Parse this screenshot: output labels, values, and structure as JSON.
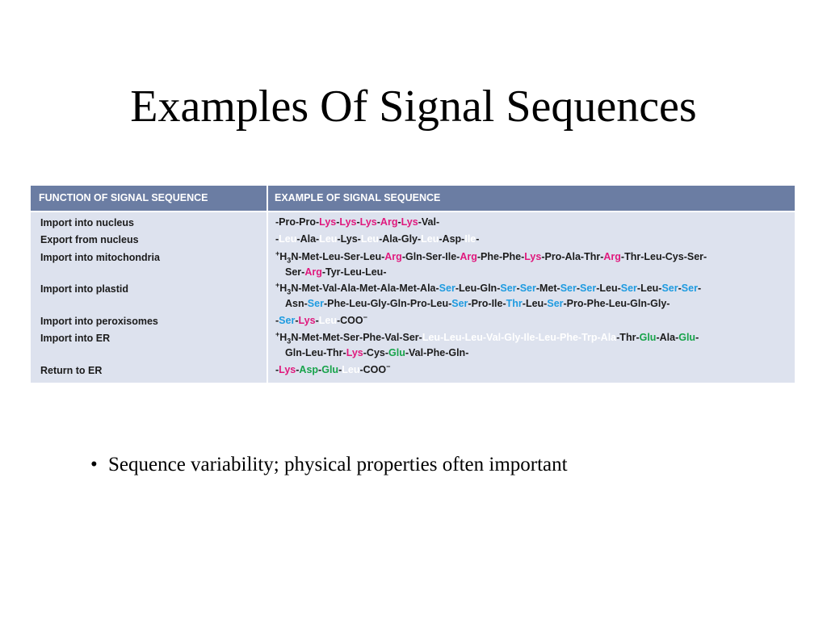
{
  "slide": {
    "title": "Examples Of Signal Sequences",
    "bullet": "Sequence variability; physical properties often important"
  },
  "table": {
    "headers": {
      "function": "FUNCTION OF SIGNAL SEQUENCE",
      "example": "EXAMPLE OF SIGNAL SEQUENCE"
    },
    "colors": {
      "header_bg": "#6b7da3",
      "body_bg": "#dde2ee",
      "lys_arg": "#e0197d",
      "ser_thr": "#1e9be0",
      "glu_asp": "#17a34a",
      "hydrophobic": "#ffffff"
    },
    "rows": [
      {
        "function": "Import into nucleus",
        "lines": [
          [
            [
              "k",
              "-Pro-Pro-"
            ],
            [
              "m",
              "Lys"
            ],
            [
              "k",
              "-"
            ],
            [
              "m",
              "Lys"
            ],
            [
              "k",
              "-"
            ],
            [
              "m",
              "Lys"
            ],
            [
              "k",
              "-"
            ],
            [
              "m",
              "Arg"
            ],
            [
              "k",
              "-"
            ],
            [
              "m",
              "Lys"
            ],
            [
              "k",
              "-Val-"
            ]
          ]
        ]
      },
      {
        "function": "Export from nucleus",
        "lines": [
          [
            [
              "k",
              "-"
            ],
            [
              "w",
              "Leu"
            ],
            [
              "k",
              "-Ala-"
            ],
            [
              "w",
              "Leu"
            ],
            [
              "k",
              "-Lys-"
            ],
            [
              "w",
              "Leu"
            ],
            [
              "k",
              "-Ala-Gly-"
            ],
            [
              "w",
              "Leu"
            ],
            [
              "k",
              "-Asp-"
            ],
            [
              "w",
              "Ile"
            ],
            [
              "k",
              "-"
            ]
          ]
        ]
      },
      {
        "function": "Import into mitochondria",
        "lines": [
          [
            [
              "k",
              "+"
            ],
            [
              "k",
              "H"
            ],
            [
              "k",
              "3"
            ],
            [
              "k",
              "N-Met-Leu-Ser-Leu-"
            ],
            [
              "m",
              "Arg"
            ],
            [
              "k",
              "-Gln-Ser-Ile-"
            ],
            [
              "m",
              "Arg"
            ],
            [
              "k",
              "-Phe-Phe-"
            ],
            [
              "m",
              "Lys"
            ],
            [
              "k",
              "-Pro-Ala-Thr-"
            ],
            [
              "m",
              "Arg"
            ],
            [
              "k",
              "-Thr-Leu-Cys-Ser-"
            ]
          ],
          [
            [
              "k",
              "Ser-"
            ],
            [
              "m",
              "Arg"
            ],
            [
              "k",
              "-Tyr-Leu-Leu-"
            ]
          ]
        ]
      },
      {
        "function": "Import into plastid",
        "lines": [
          [
            [
              "k",
              "+"
            ],
            [
              "k",
              "H"
            ],
            [
              "k",
              "3"
            ],
            [
              "k",
              "N-Met-Val-Ala-Met-Ala-Met-Ala-"
            ],
            [
              "b",
              "Ser"
            ],
            [
              "k",
              "-Leu-Gln-"
            ],
            [
              "b",
              "Ser"
            ],
            [
              "k",
              "-"
            ],
            [
              "b",
              "Ser"
            ],
            [
              "k",
              "-Met-"
            ],
            [
              "b",
              "Ser"
            ],
            [
              "k",
              "-"
            ],
            [
              "b",
              "Ser"
            ],
            [
              "k",
              "-Leu-"
            ],
            [
              "b",
              "Ser"
            ],
            [
              "k",
              "-Leu-"
            ],
            [
              "b",
              "Ser"
            ],
            [
              "k",
              "-"
            ],
            [
              "b",
              "Ser"
            ],
            [
              "k",
              "-"
            ]
          ],
          [
            [
              "k",
              "Asn-"
            ],
            [
              "b",
              "Ser"
            ],
            [
              "k",
              "-Phe-Leu-Gly-Gln-Pro-Leu-"
            ],
            [
              "b",
              "Ser"
            ],
            [
              "k",
              "-Pro-Ile-"
            ],
            [
              "b",
              "Thr"
            ],
            [
              "k",
              "-Leu-"
            ],
            [
              "b",
              "Ser"
            ],
            [
              "k",
              "-Pro-Phe-Leu-Gln-Gly-"
            ]
          ]
        ]
      },
      {
        "function": "Import into peroxisomes",
        "lines": [
          [
            [
              "k",
              "-"
            ],
            [
              "b",
              "Ser"
            ],
            [
              "k",
              "-"
            ],
            [
              "m",
              "Lys"
            ],
            [
              "k",
              "-"
            ],
            [
              "w",
              "Leu"
            ],
            [
              "k",
              "-COO"
            ],
            [
              "k",
              "−"
            ]
          ]
        ]
      },
      {
        "function": "Import into ER",
        "lines": [
          [
            [
              "k",
              "+"
            ],
            [
              "k",
              "H"
            ],
            [
              "k",
              "3"
            ],
            [
              "k",
              "N-Met-Met-Ser-Phe-Val-Ser-"
            ],
            [
              "w",
              "Leu-Leu-Leu-Val-Gly-Ile-Leu-Phe-Trp-Ala"
            ],
            [
              "k",
              "-Thr-"
            ],
            [
              "g",
              "Glu"
            ],
            [
              "k",
              "-Ala-"
            ],
            [
              "g",
              "Glu"
            ],
            [
              "k",
              "-"
            ]
          ],
          [
            [
              "k",
              "Gln-Leu-Thr-"
            ],
            [
              "m",
              "Lys"
            ],
            [
              "k",
              "-Cys-"
            ],
            [
              "g",
              "Glu"
            ],
            [
              "k",
              "-Val-Phe-Gln-"
            ]
          ]
        ]
      },
      {
        "function": "Return to ER",
        "lines": [
          [
            [
              "k",
              "-"
            ],
            [
              "m",
              "Lys"
            ],
            [
              "k",
              "-"
            ],
            [
              "g",
              "Asp"
            ],
            [
              "k",
              "-"
            ],
            [
              "g",
              "Glu"
            ],
            [
              "k",
              "-"
            ],
            [
              "w",
              "Leu"
            ],
            [
              "k",
              "-COO"
            ],
            [
              "k",
              "−"
            ]
          ]
        ]
      }
    ]
  }
}
